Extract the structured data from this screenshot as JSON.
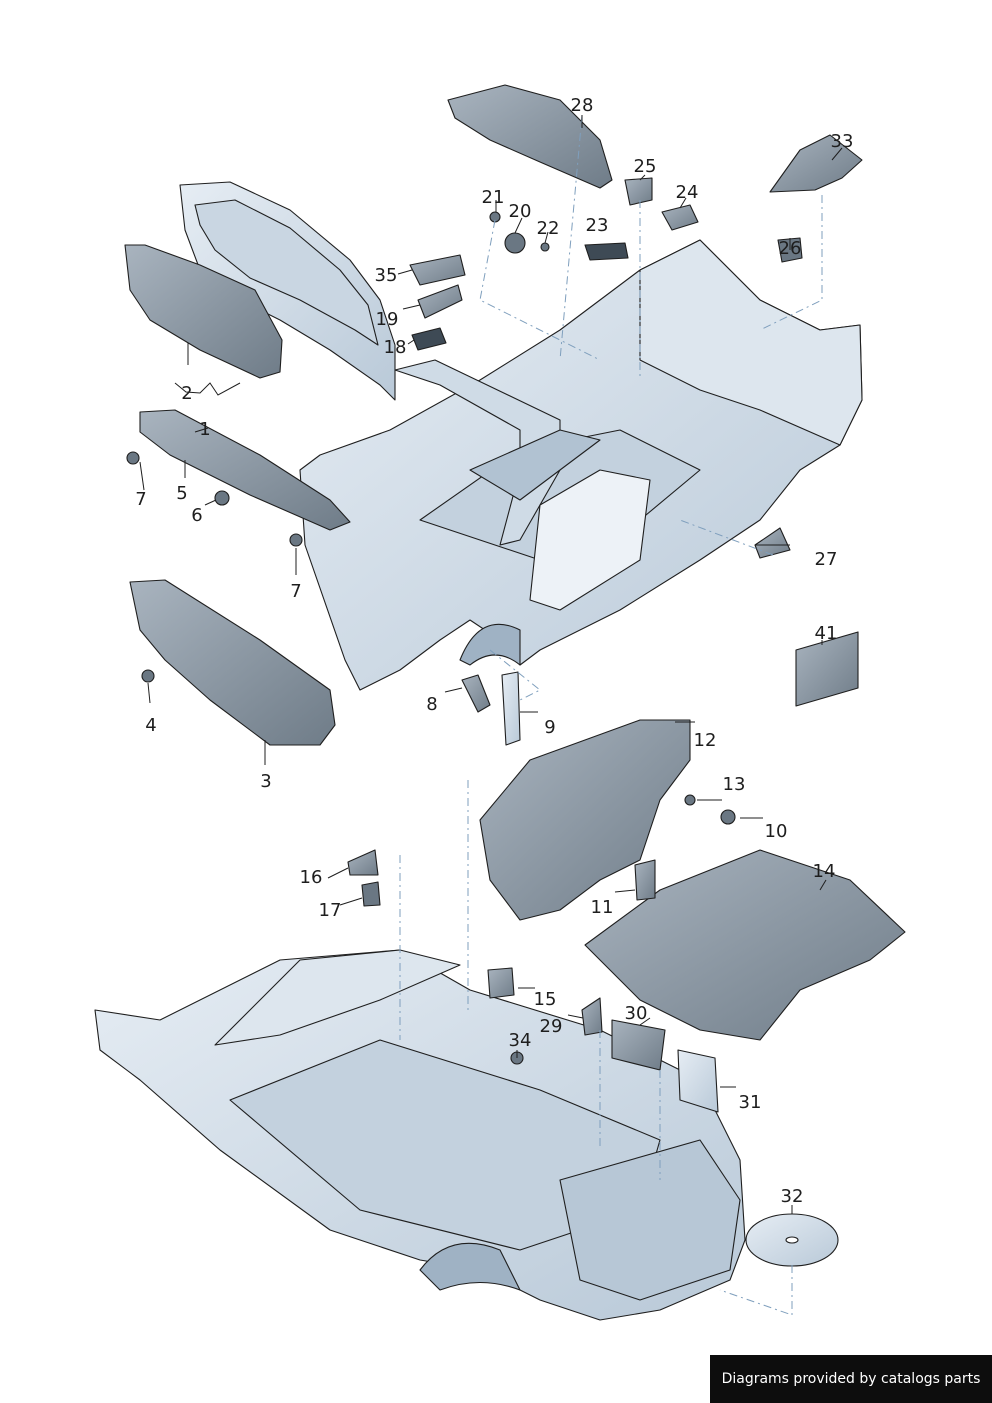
{
  "callouts": [
    "1",
    "2",
    "3",
    "4",
    "5",
    "6",
    "7",
    "7",
    "8",
    "9",
    "10",
    "11",
    "12",
    "13",
    "14",
    "15",
    "16",
    "17",
    "18",
    "19",
    "20",
    "21",
    "22",
    "23",
    "24",
    "25",
    "26",
    "27",
    "28",
    "29",
    "30",
    "31",
    "32",
    "33",
    "34",
    "35",
    "41"
  ],
  "credit": "Diagrams provided by catalogs parts",
  "colors": {
    "body_fill": "#d7e2ec",
    "body_shade": "#aebfd0",
    "part_dark": "#8d9aa6",
    "outline": "#1f1f1f",
    "leader": "#7f9fbd"
  }
}
